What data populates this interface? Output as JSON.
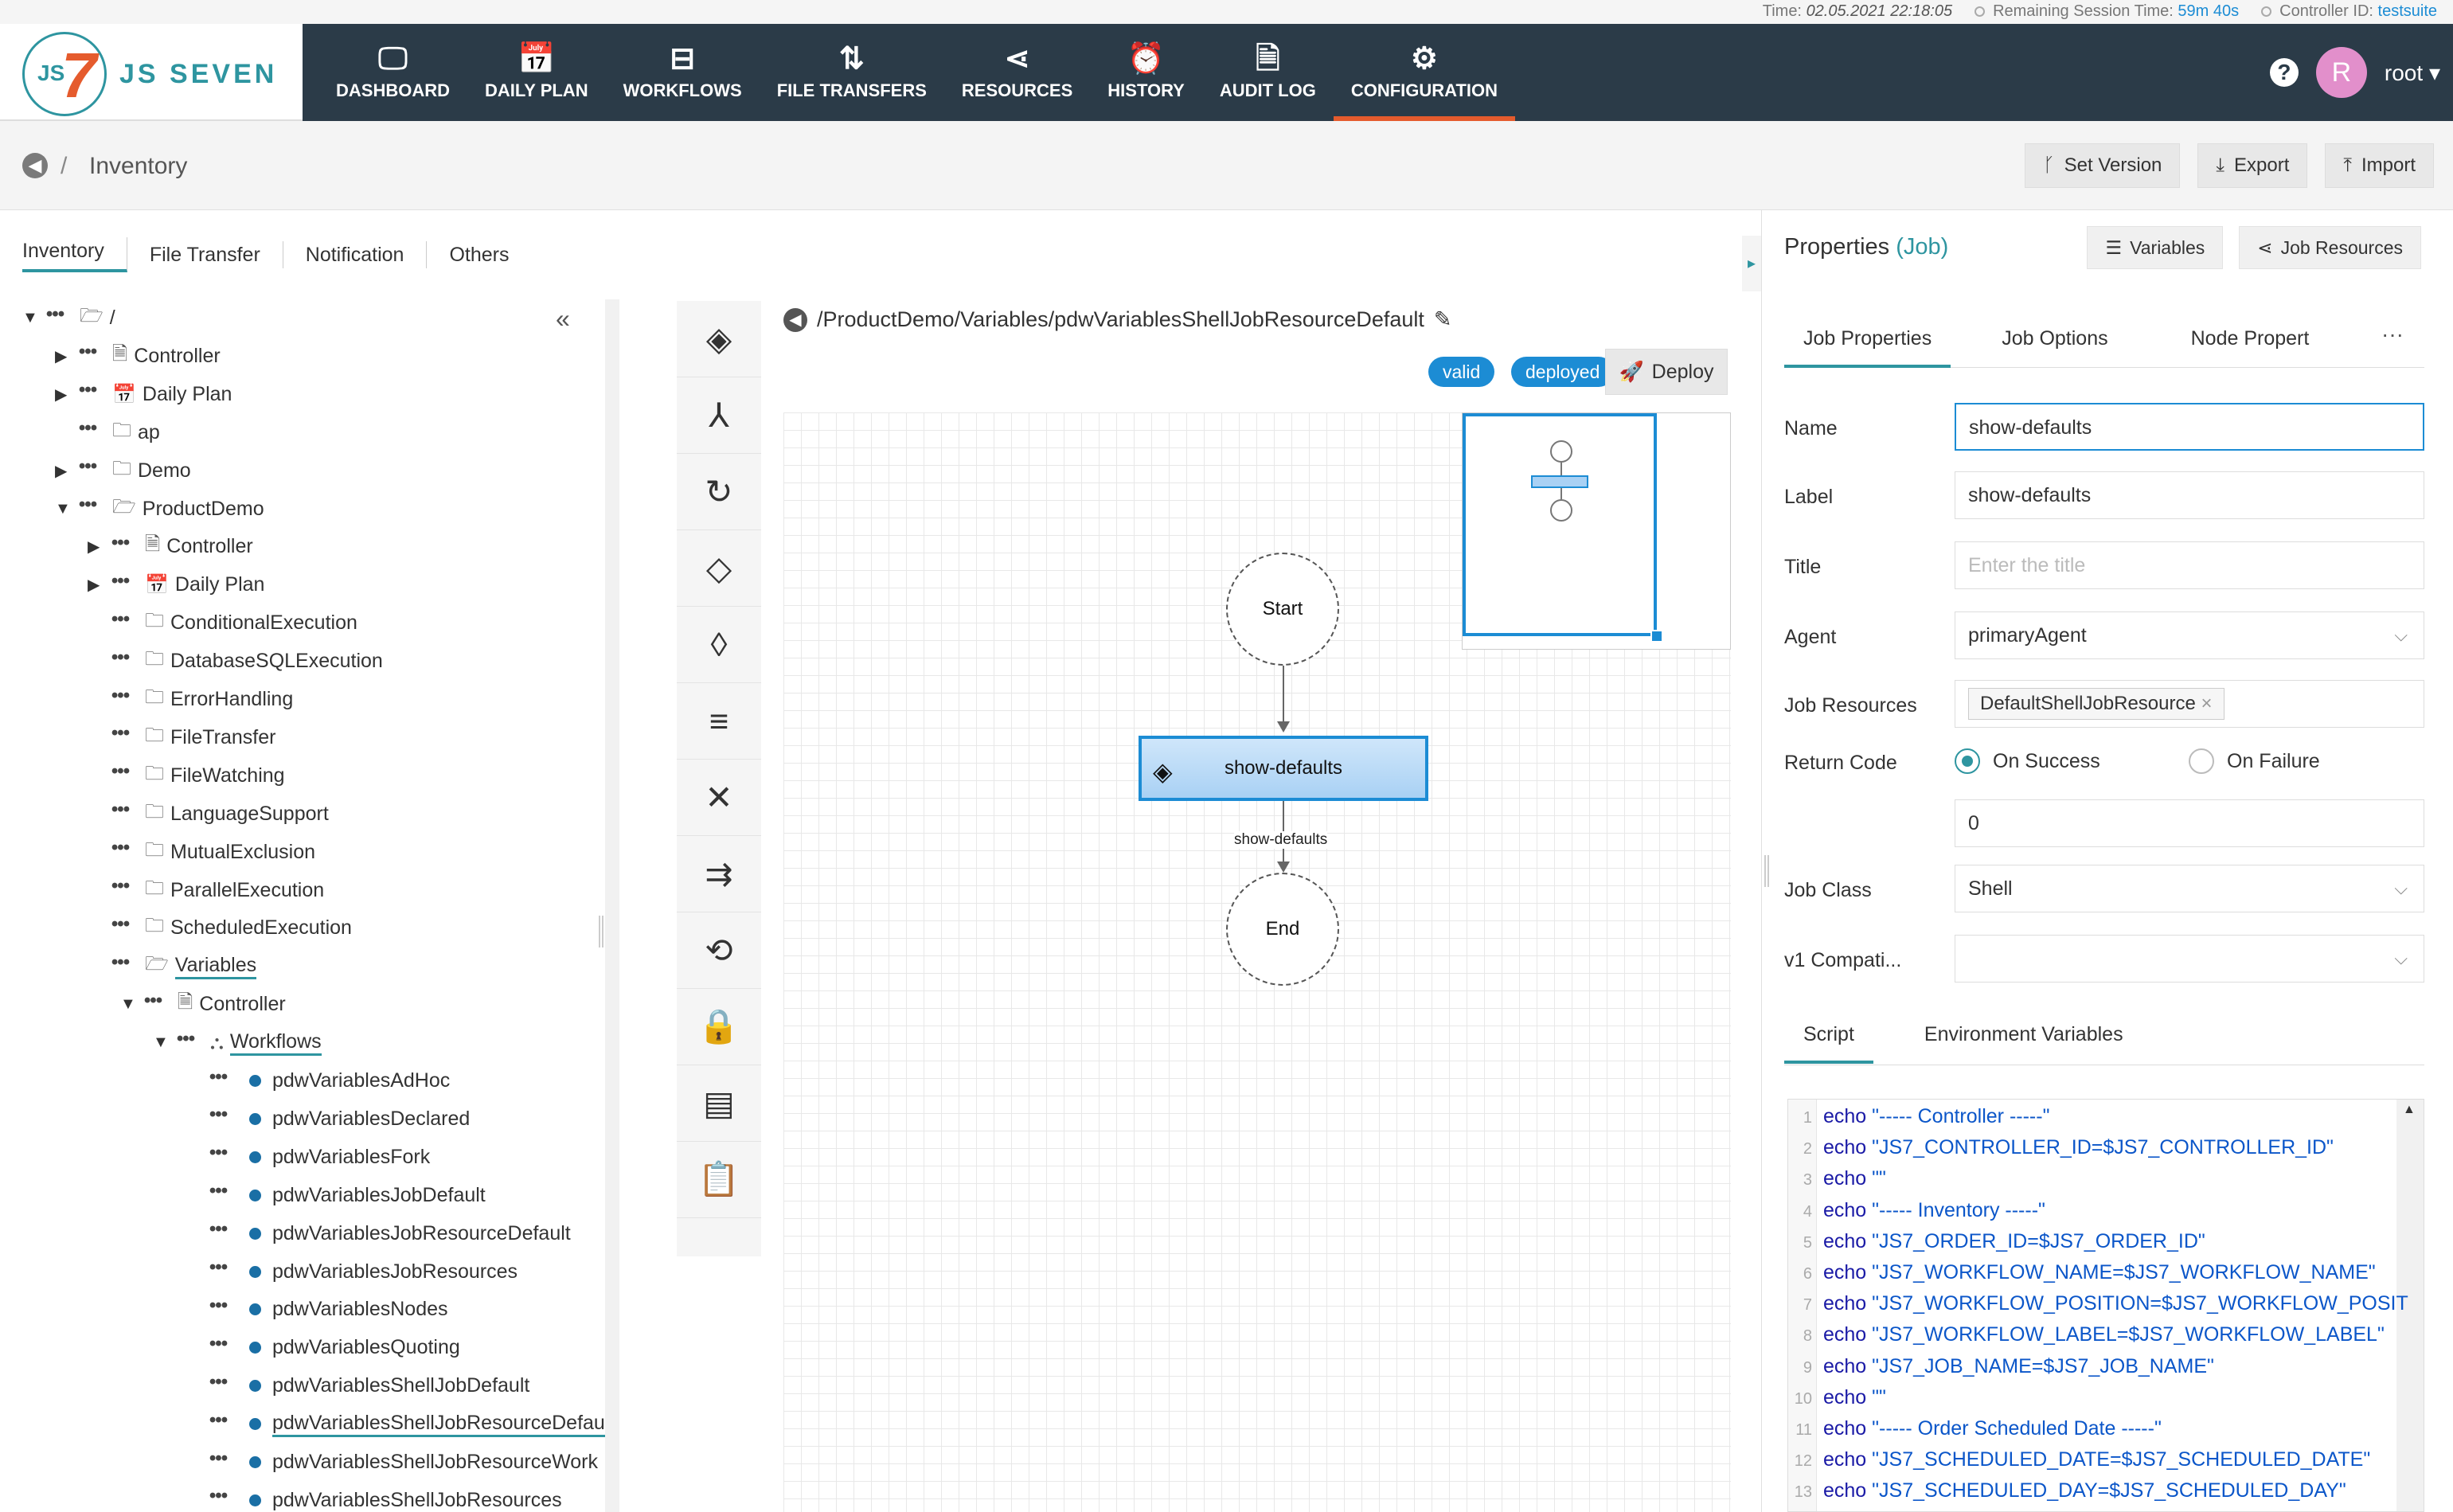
{
  "statusbar": {
    "time_label": "Time:",
    "time_value": "02.05.2021 22:18:05",
    "session_label": "Remaining Session Time:",
    "session_value": "59m 40s",
    "controller_label": "Controller ID:",
    "controller_value": "testsuite"
  },
  "brand": {
    "js": "JS",
    "seven": "7",
    "name": "JS SEVEN"
  },
  "nav": [
    {
      "label": "DASHBOARD",
      "icon": "monitor-icon",
      "glyph": "🖵"
    },
    {
      "label": "DAILY PLAN",
      "icon": "calendar-icon",
      "glyph": "📅"
    },
    {
      "label": "WORKFLOWS",
      "icon": "workflow-icon",
      "glyph": "⊟"
    },
    {
      "label": "FILE TRANSFERS",
      "icon": "transfer-icon",
      "glyph": "⇅"
    },
    {
      "label": "RESOURCES",
      "icon": "share-icon",
      "glyph": "⋖"
    },
    {
      "label": "HISTORY",
      "icon": "clock-icon",
      "glyph": "⏰"
    },
    {
      "label": "AUDIT LOG",
      "icon": "audit-icon",
      "glyph": "🗎"
    },
    {
      "label": "CONFIGURATION",
      "icon": "gear-icon",
      "glyph": "⚙",
      "active": true
    }
  ],
  "user": {
    "initial": "R",
    "name": "root"
  },
  "breadcrumb": {
    "separator": "/",
    "title": "Inventory"
  },
  "top_buttons": {
    "set_version": "Set Version",
    "export": "Export",
    "import": "Import"
  },
  "left_tabs": [
    "Inventory",
    "File Transfer",
    "Notification",
    "Others"
  ],
  "tree": [
    {
      "depth": 0,
      "caret": "down",
      "icon": "folder-open",
      "label": "/"
    },
    {
      "depth": 1,
      "caret": "right",
      "icon": "controller",
      "label": "Controller"
    },
    {
      "depth": 1,
      "caret": "right",
      "icon": "calendar",
      "label": "Daily Plan"
    },
    {
      "depth": 1,
      "caret": "",
      "icon": "folder",
      "label": "ap"
    },
    {
      "depth": 1,
      "caret": "right",
      "icon": "folder",
      "label": "Demo"
    },
    {
      "depth": 1,
      "caret": "down",
      "icon": "folder-open",
      "label": "ProductDemo"
    },
    {
      "depth": 2,
      "caret": "right",
      "icon": "controller",
      "label": "Controller"
    },
    {
      "depth": 2,
      "caret": "right",
      "icon": "calendar",
      "label": "Daily Plan"
    },
    {
      "depth": 2,
      "caret": "",
      "icon": "folder",
      "label": "ConditionalExecution"
    },
    {
      "depth": 2,
      "caret": "",
      "icon": "folder",
      "label": "DatabaseSQLExecution"
    },
    {
      "depth": 2,
      "caret": "",
      "icon": "folder",
      "label": "ErrorHandling"
    },
    {
      "depth": 2,
      "caret": "",
      "icon": "folder",
      "label": "FileTransfer"
    },
    {
      "depth": 2,
      "caret": "",
      "icon": "folder",
      "label": "FileWatching"
    },
    {
      "depth": 2,
      "caret": "",
      "icon": "folder",
      "label": "LanguageSupport"
    },
    {
      "depth": 2,
      "caret": "",
      "icon": "folder",
      "label": "MutualExclusion"
    },
    {
      "depth": 2,
      "caret": "",
      "icon": "folder",
      "label": "ParallelExecution"
    },
    {
      "depth": 2,
      "caret": "",
      "icon": "folder",
      "label": "ScheduledExecution"
    },
    {
      "depth": 2,
      "caret": "",
      "icon": "folder-open",
      "label": "Variables",
      "underline": true
    },
    {
      "depth": 3,
      "caret": "down",
      "icon": "controller",
      "label": "Controller"
    },
    {
      "depth": 4,
      "caret": "down",
      "icon": "workflow",
      "label": "Workflows",
      "underline": true
    },
    {
      "depth": 5,
      "caret": "",
      "icon": "dot",
      "label": "pdwVariablesAdHoc"
    },
    {
      "depth": 5,
      "caret": "",
      "icon": "dot",
      "label": "pdwVariablesDeclared"
    },
    {
      "depth": 5,
      "caret": "",
      "icon": "dot",
      "label": "pdwVariablesFork"
    },
    {
      "depth": 5,
      "caret": "",
      "icon": "dot",
      "label": "pdwVariablesJobDefault"
    },
    {
      "depth": 5,
      "caret": "",
      "icon": "dot",
      "label": "pdwVariablesJobResourceDefault"
    },
    {
      "depth": 5,
      "caret": "",
      "icon": "dot",
      "label": "pdwVariablesJobResources"
    },
    {
      "depth": 5,
      "caret": "",
      "icon": "dot",
      "label": "pdwVariablesNodes"
    },
    {
      "depth": 5,
      "caret": "",
      "icon": "dot",
      "label": "pdwVariablesQuoting"
    },
    {
      "depth": 5,
      "caret": "",
      "icon": "dot",
      "label": "pdwVariablesShellJobDefault"
    },
    {
      "depth": 5,
      "caret": "",
      "icon": "dot",
      "label": "pdwVariablesShellJobResourceDefau",
      "underline": true
    },
    {
      "depth": 5,
      "caret": "",
      "icon": "dot",
      "label": "pdwVariablesShellJobResourceWork"
    },
    {
      "depth": 5,
      "caret": "",
      "icon": "dot",
      "label": "pdwVariablesShellJobResources"
    }
  ],
  "toolbox": [
    {
      "name": "job-tool-icon",
      "glyph": "◈"
    },
    {
      "name": "fork-tool-icon",
      "glyph": "⅄"
    },
    {
      "name": "retry-tool-icon",
      "glyph": "↻"
    },
    {
      "name": "try-tool-icon",
      "glyph": "◇"
    },
    {
      "name": "if-tool-icon",
      "glyph": "◊"
    },
    {
      "name": "await-tool-icon",
      "glyph": "≡"
    },
    {
      "name": "fail-tool-icon",
      "glyph": "✕"
    },
    {
      "name": "finish-tool-icon",
      "glyph": "⇉"
    },
    {
      "name": "cycle-tool-icon",
      "glyph": "⟲"
    },
    {
      "name": "lock-tool-icon",
      "glyph": "🔒"
    },
    {
      "name": "notice-tool-icon",
      "glyph": "▤"
    },
    {
      "name": "paste-tool-icon",
      "glyph": "📋"
    }
  ],
  "workflow": {
    "path": "/ProductDemo/Variables/pdwVariablesShellJobResourceDefault",
    "status_valid": "valid",
    "status_deployed": "deployed",
    "deploy": "Deploy",
    "start": "Start",
    "job": "show-defaults",
    "edge_label": "show-defaults",
    "end": "End"
  },
  "properties": {
    "title": "Properties",
    "type": "(Job)",
    "variables_btn": "Variables",
    "job_resources_btn": "Job Resources",
    "tabs": [
      "Job Properties",
      "Job Options",
      "Node Propert"
    ],
    "more": "···",
    "name_label": "Name",
    "name_value": "show-defaults",
    "label_label": "Label",
    "label_value": "show-defaults",
    "title_label": "Title",
    "title_placeholder": "Enter the title",
    "agent_label": "Agent",
    "agent_value": "primaryAgent",
    "job_resources_label": "Job Resources",
    "job_resource_chip": "DefaultShellJobResource",
    "return_code_label": "Return Code",
    "on_success": "On Success",
    "on_failure": "On Failure",
    "return_code_value": "0",
    "job_class_label": "Job Class",
    "job_class_value": "Shell",
    "v1_label": "v1 Compati...",
    "v1_value": "",
    "script_tabs": [
      "Script",
      "Environment Variables"
    ]
  },
  "script": [
    {
      "n": "1",
      "kw": "echo",
      "str": "\"----- Controller -----\""
    },
    {
      "n": "2",
      "kw": "echo",
      "str": "\"JS7_CONTROLLER_ID=$JS7_CONTROLLER_ID\""
    },
    {
      "n": "3",
      "kw": "echo",
      "str": "\"\""
    },
    {
      "n": "4",
      "kw": "echo",
      "str": "\"----- Inventory -----\""
    },
    {
      "n": "5",
      "kw": "echo",
      "str": "\"JS7_ORDER_ID=$JS7_ORDER_ID\""
    },
    {
      "n": "6",
      "kw": "echo",
      "str": "\"JS7_WORKFLOW_NAME=$JS7_WORKFLOW_NAME\""
    },
    {
      "n": "7",
      "kw": "echo",
      "str": "\"JS7_WORKFLOW_POSITION=$JS7_WORKFLOW_POSIT"
    },
    {
      "n": "8",
      "kw": "echo",
      "str": "\"JS7_WORKFLOW_LABEL=$JS7_WORKFLOW_LABEL\""
    },
    {
      "n": "9",
      "kw": "echo",
      "str": "\"JS7_JOB_NAME=$JS7_JOB_NAME\""
    },
    {
      "n": "10",
      "kw": "echo",
      "str": "\"\""
    },
    {
      "n": "11",
      "kw": "echo",
      "str": "\"----- Order Scheduled Date -----\""
    },
    {
      "n": "12",
      "kw": "echo",
      "str": "\"JS7_SCHEDULED_DATE=$JS7_SCHEDULED_DATE\""
    },
    {
      "n": "13",
      "kw": "echo",
      "str": "\"JS7_SCHEDULED_DAY=$JS7_SCHEDULED_DAY\""
    }
  ],
  "colors": {
    "header": "#2b3b48",
    "accent": "#2e95a0",
    "blue": "#1c8cd4",
    "brand_orange": "#e55b2d"
  }
}
